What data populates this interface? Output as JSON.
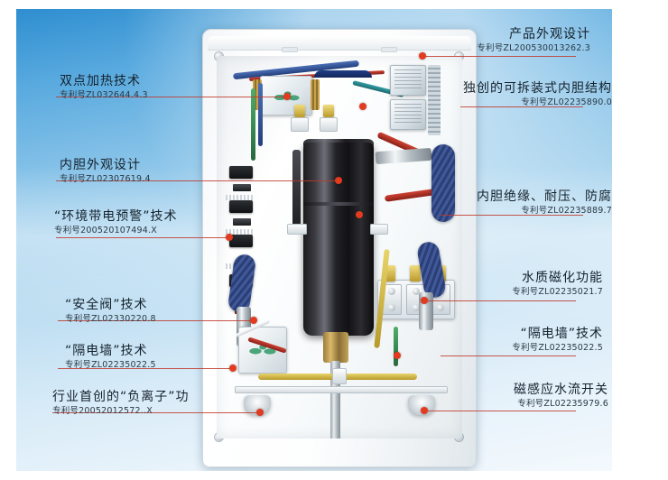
{
  "diagram": {
    "subject": "电热水器内部结构专利示意图",
    "accent_color": "#c0392b",
    "dot_color": "#e23b20"
  },
  "callouts": {
    "left": [
      {
        "title": "双点加热技术",
        "patent": "专利号ZL032644.4.3"
      },
      {
        "title": "内胆外观设计",
        "patent": "专利号ZL02307619.4"
      },
      {
        "title": "“环境带电预警”技术",
        "patent": "专利号200520107494.X"
      },
      {
        "title": "“安全阀”技术",
        "patent": "专利号ZL02330220.8"
      },
      {
        "title": "“隔电墙”技术",
        "patent": "专利号ZL02235022.5"
      },
      {
        "title": "行业首创的“负离子”功",
        "patent": "专利号20052012572..X"
      }
    ],
    "right": [
      {
        "title": "产品外观设计",
        "patent": "专利号ZL200530013262.3"
      },
      {
        "title": "独创的可拆装式内胆结构",
        "patent": "专利号ZL02235890.0"
      },
      {
        "title": "内胆绝缘、耐压、防腐",
        "patent": "专利号ZL02235889.7"
      },
      {
        "title": "水质磁化功能",
        "patent": "专利号ZL02235021.7"
      },
      {
        "title": "“隔电墙”技术",
        "patent": "专利号ZL02235022.5"
      },
      {
        "title": "磁感应水流开关",
        "patent": "专利号ZL02235979.6"
      }
    ]
  }
}
